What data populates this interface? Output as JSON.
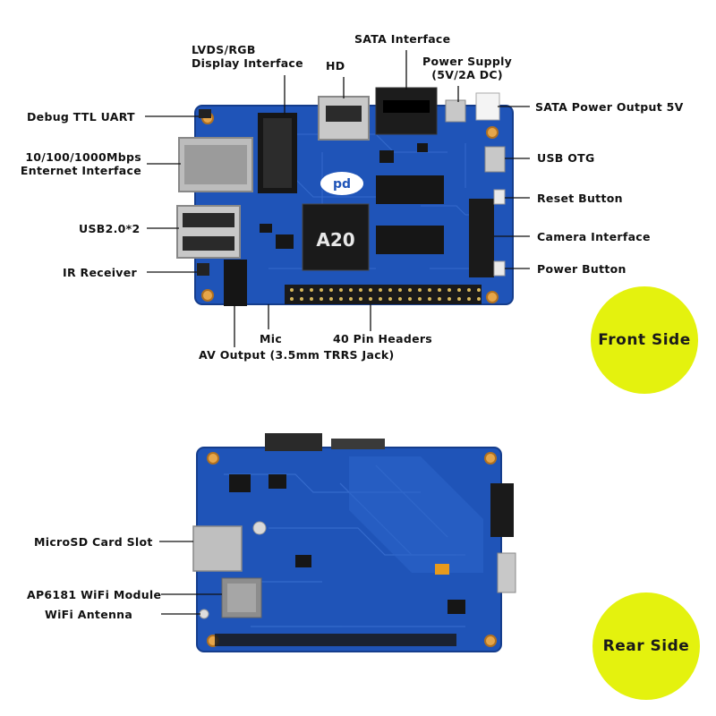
{
  "front": {
    "labels": {
      "lvds": "LVDS/RGB\nDisplay Interface",
      "sata": "SATA Interface",
      "hd": "HD",
      "power_supply": "Power Supply\n(5V/2A DC)",
      "sata_power": "SATA Power Output 5V",
      "debug_uart": "Debug TTL UART",
      "ethernet": "10/100/1000Mbps\nEnternet Interface",
      "usb_otg": "USB OTG",
      "reset": "Reset Button",
      "usb2": "USB2.0*2",
      "camera": "Camera Interface",
      "ir": "IR Receiver",
      "power_button": "Power Button",
      "mic": "Mic",
      "headers": "40 Pin Headers",
      "av_output": "AV Output (3.5mm TRRS Jack)"
    },
    "chip_text": "A20",
    "logo_text": "pd",
    "badge": "Front Side"
  },
  "rear": {
    "labels": {
      "microsd": "MicroSD Card Slot",
      "wifi_module": "AP6181 WiFi Module",
      "wifi_antenna": "WiFi Antenna"
    },
    "badge": "Rear Side"
  },
  "colors": {
    "board": "#1f54b8",
    "board_dark": "#163f93",
    "badge": "#e4f20e"
  }
}
